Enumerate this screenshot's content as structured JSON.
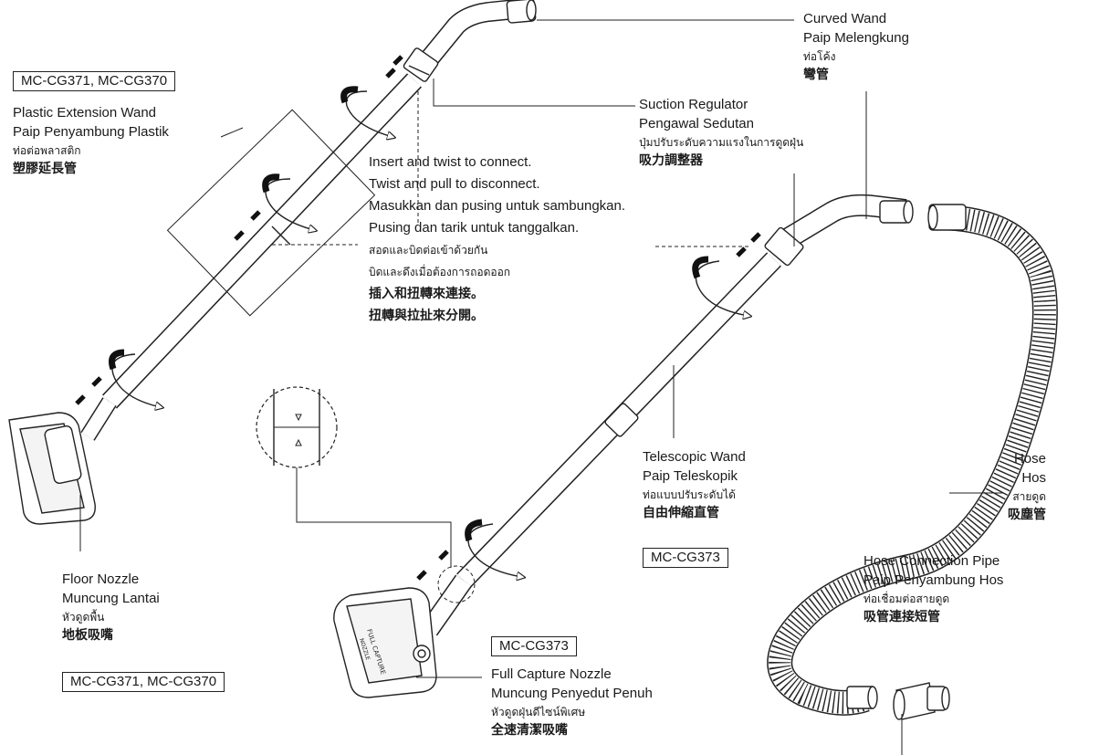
{
  "model_tags": {
    "top_left": "MC-CG371, MC-CG370",
    "bottom_left": "MC-CG371, MC-CG370",
    "telescopic": "MC-CG373",
    "full_capture": "MC-CG373"
  },
  "labels": {
    "curved_wand": {
      "en": "Curved Wand",
      "ms": "Paip Melengkung",
      "th": "ท่อโค้ง",
      "zh": "彎管"
    },
    "extension_wand": {
      "en": "Plastic Extension Wand",
      "ms": "Paip Penyambung Plastik",
      "th": "ท่อต่อพลาสติก",
      "zh": "塑膠延長管"
    },
    "suction_regulator": {
      "en": "Suction Regulator",
      "ms": "Pengawal Sedutan",
      "th": "ปุ่มปรับระดับความแรงในการดูดฝุ่น",
      "zh": "吸力調整器"
    },
    "instructions": {
      "en1": "Insert and twist to connect.",
      "en2": "Twist and pull to disconnect.",
      "ms1": "Masukkan dan pusing untuk sambungkan.",
      "ms2": "Pusing dan tarik untuk tanggalkan.",
      "th1": "สอดและบิดต่อเข้าด้วยกัน",
      "th2": "บิดและดึงเมื่อต้องการถอดออก",
      "zh1": "插入和扭轉來連接。",
      "zh2": "扭轉與拉扯來分開。"
    },
    "telescopic_wand": {
      "en": "Telescopic Wand",
      "ms": "Paip Teleskopik",
      "th": "ท่อแบบปรับระดับได้",
      "zh": "自由伸縮直管"
    },
    "hose": {
      "en": "Hose",
      "ms": "Hos",
      "th": "สายดูด",
      "zh": "吸塵管"
    },
    "hose_connection": {
      "en": "Hose Connection Pipe",
      "ms": "Paip Penyambung Hos",
      "th": "ท่อเชื่อมต่อสายดูด",
      "zh": "吸管連接短管"
    },
    "floor_nozzle": {
      "en": "Floor Nozzle",
      "ms": "Muncung Lantai",
      "th": "หัวดูดพื้น",
      "zh": "地板吸嘴"
    },
    "full_capture_nozzle": {
      "en": "Full Capture Nozzle",
      "ms": "Muncung Penyedut Penuh",
      "th": "หัวดูดฝุ่นดีไซน์พิเศษ",
      "zh": "全速清潔吸嘴"
    }
  },
  "nozzle_print": {
    "line1": "FULL CAPTURE",
    "line2": "NOZZLE"
  },
  "colors": {
    "ink": "#1a1a1a",
    "accent_dark": "#111111",
    "fill_light": "#f4f4f4"
  }
}
